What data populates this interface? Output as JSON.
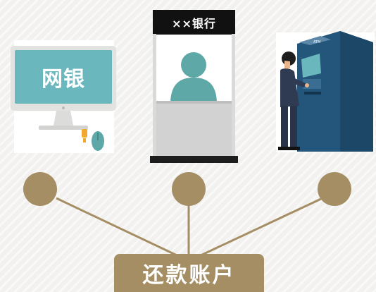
{
  "channels": [
    {
      "id": "online",
      "screen_text": "网银"
    },
    {
      "id": "counter",
      "sign_text": "××银行"
    },
    {
      "id": "atm",
      "machine_text": "ATM"
    }
  ],
  "hub": {
    "label": "还款账户"
  },
  "colors": {
    "node": "#a58e64",
    "connector": "#a58e64",
    "monitor_screen": "#6ab7be",
    "teller": "#5fa8a8",
    "atm_body": "#2d5f82",
    "person_suit": "#2f3b52"
  }
}
